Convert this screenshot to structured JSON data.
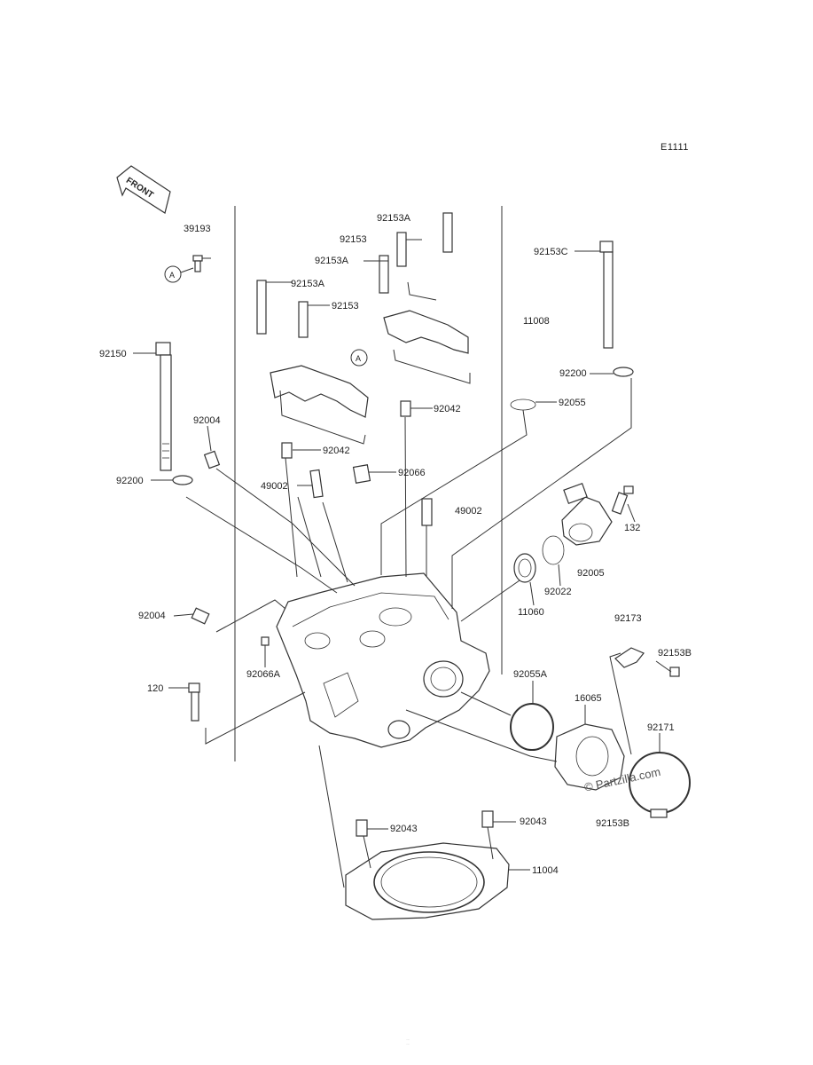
{
  "diagram": {
    "code": "E1111",
    "front_label": "FRONT",
    "callout_letter": "A",
    "watermark": "© Partzilla.com",
    "footer_line1": "...",
    "footer_line2": "..."
  },
  "labels": {
    "p39193": "39193",
    "p92153A_top": "92153A",
    "p92153_mid_r": "92153",
    "p92153A_mid_r": "92153A",
    "p92153C": "92153C",
    "p92153A_left": "92153A",
    "p92153_left": "92153",
    "p11008": "11008",
    "p92150": "92150",
    "p92200_r": "92200",
    "p92042_r": "92042",
    "p92055": "92055",
    "p92004_top": "92004",
    "p92042_l": "92042",
    "p92200_l": "92200",
    "p49002_l": "49002",
    "p92066": "92066",
    "p49002_r": "49002",
    "p132": "132",
    "p92005": "92005",
    "p92022": "92022",
    "p11060": "11060",
    "p92004_left": "92004",
    "p92173": "92173",
    "p92153B_top": "92153B",
    "p92066A": "92066A",
    "p120": "120",
    "p92055A": "92055A",
    "p16065": "16065",
    "p92171": "92171",
    "p92153B_bot": "92153B",
    "p92043_l": "92043",
    "p92043_r": "92043",
    "p11004": "11004"
  }
}
